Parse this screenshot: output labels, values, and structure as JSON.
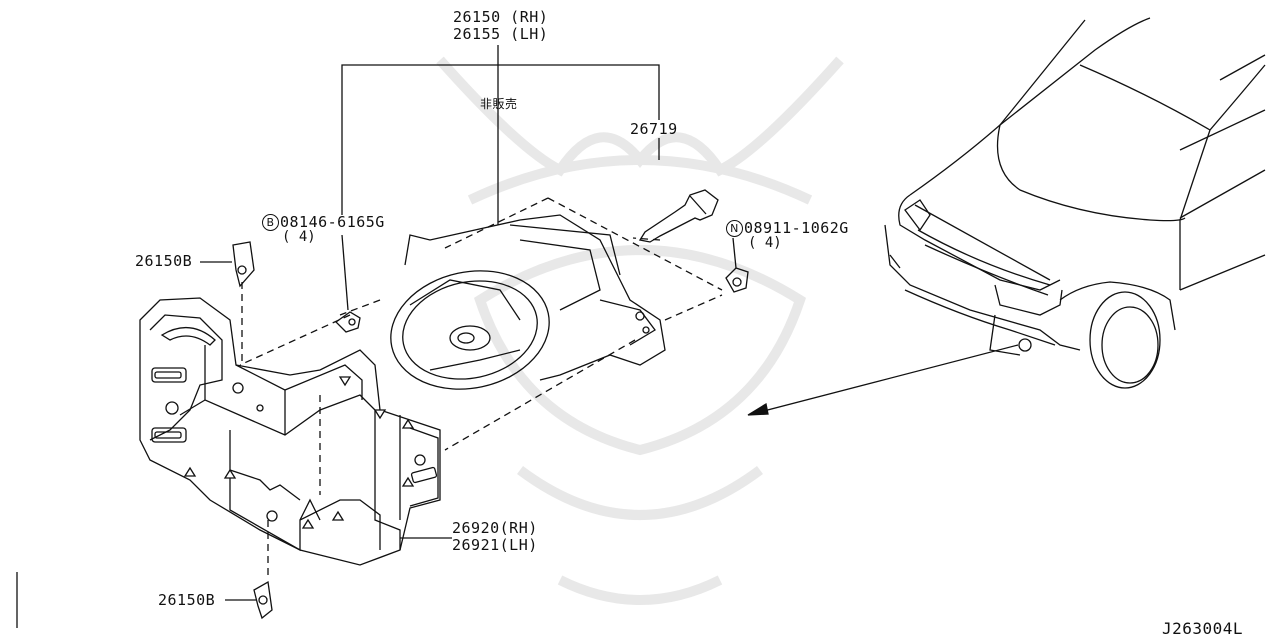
{
  "labels": {
    "rh_part": "26150 (RH)",
    "lh_part": "26155 (LH)",
    "not_sold": "非販売",
    "bulb": "26719",
    "bolt_prefix": "B",
    "bolt": "08146-6165G",
    "bolt_qty": "( 4)",
    "nut_prefix": "N",
    "nut": "08911-1062G",
    "nut_qty": "( 4)",
    "clip_upper": "26150B",
    "clip_lower": "26150B",
    "bracket_rh": "26920(RH)",
    "bracket_lh": "26921(LH)",
    "diagram_code": "J263004L"
  }
}
